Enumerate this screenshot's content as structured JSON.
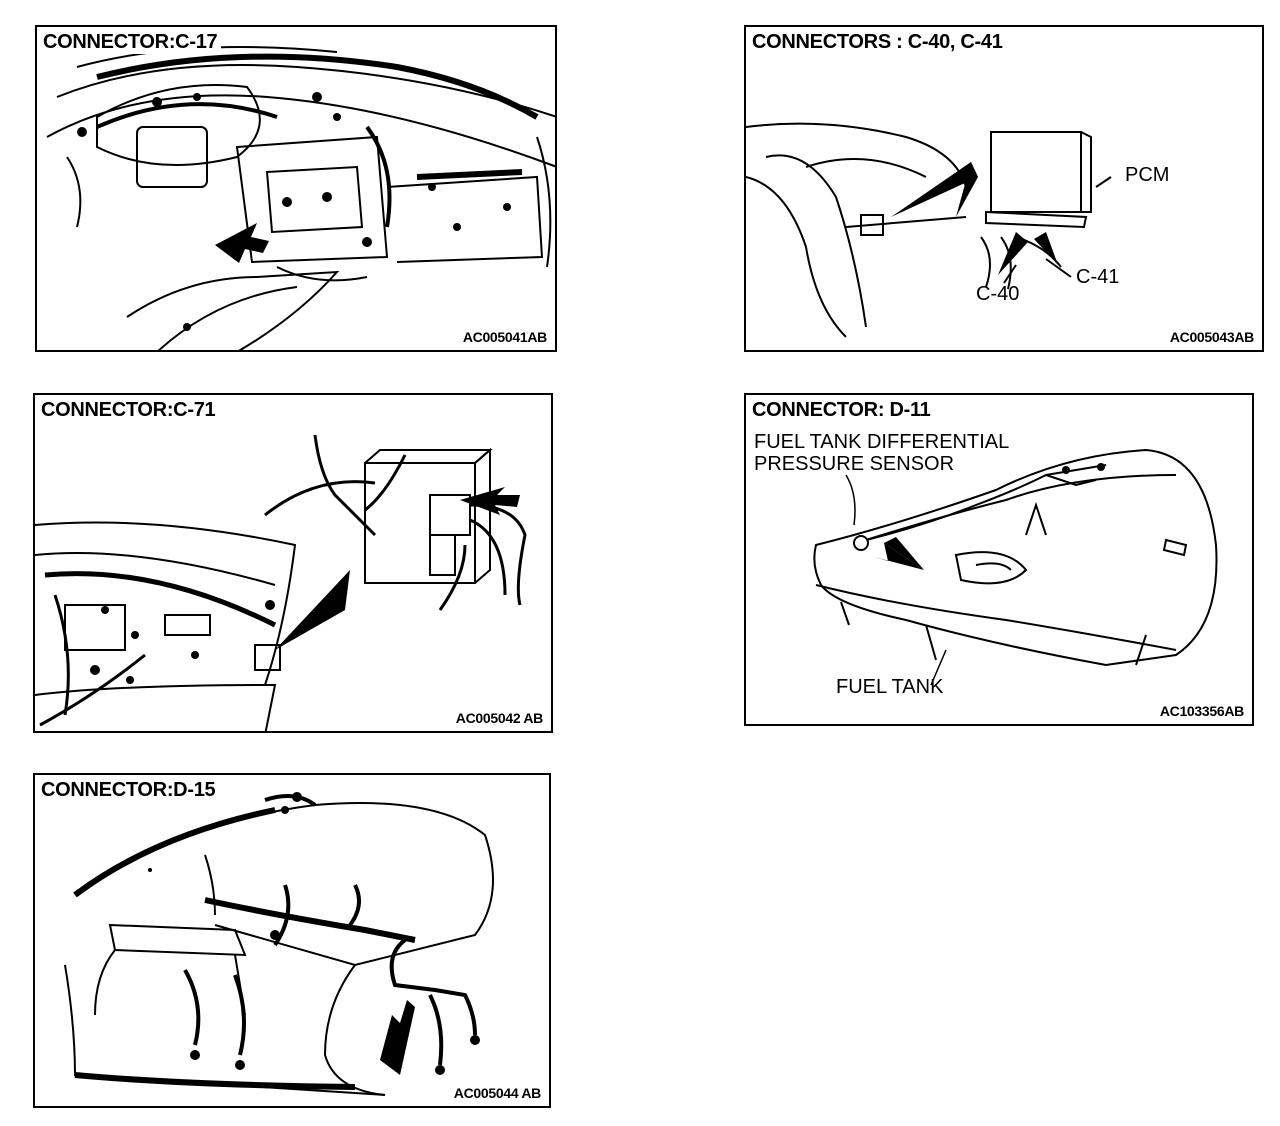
{
  "panels": [
    {
      "title": "CONNECTOR:C-17",
      "code": "AC005041AB"
    },
    {
      "title": "CONNECTORS : C-40, C-41",
      "code": "AC005043AB",
      "labels": {
        "pcm": "PCM",
        "c40": "C-40",
        "c41": "C-41"
      }
    },
    {
      "title": "CONNECTOR:C-71",
      "code": "AC005042 AB"
    },
    {
      "title": "CONNECTOR: D-11",
      "code": "AC103356AB",
      "labels": {
        "sensor_line1": "FUEL TANK DIFFERENTIAL",
        "sensor_line2": "PRESSURE SENSOR",
        "tank": "FUEL TANK"
      }
    },
    {
      "title": "CONNECTOR:D-15",
      "code": "AC005044 AB"
    }
  ]
}
